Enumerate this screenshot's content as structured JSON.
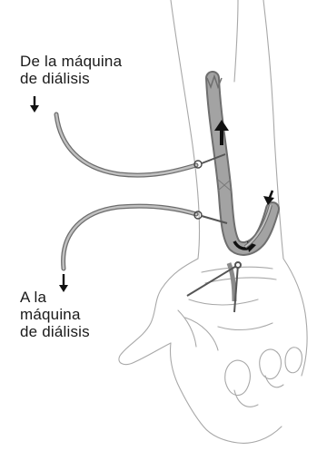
{
  "labels": {
    "from_machine": [
      "De la máquina",
      "de diálisis"
    ],
    "to_machine": [
      "A la",
      "máquina",
      "de diálisis"
    ]
  },
  "colors": {
    "outline": "#8a8a8a",
    "fistula_fill": "#9a9a9a",
    "tube": "#8c8c8c",
    "text": "#1a1a1a"
  }
}
